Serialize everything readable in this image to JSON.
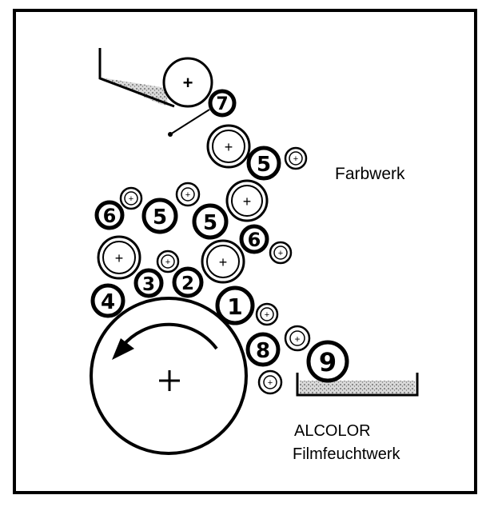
{
  "labels": {
    "inking_unit": "Farbwerk",
    "system_name": "ALCOLOR",
    "dampening_unit": "Filmfeuchtwerk"
  },
  "rollers": {
    "r7": "7",
    "r5_top": "5",
    "r6_left": "6",
    "r5_left": "5",
    "r5_mid": "5",
    "r6_right": "6",
    "r4": "4",
    "r3": "3",
    "r2": "2",
    "r1": "1",
    "r8": "8",
    "r9": "9"
  },
  "symbols": {
    "center_mark": "+"
  },
  "colors": {
    "ink": "#000000",
    "paper": "#ffffff",
    "fountain_fill": "#b8b8b8"
  }
}
